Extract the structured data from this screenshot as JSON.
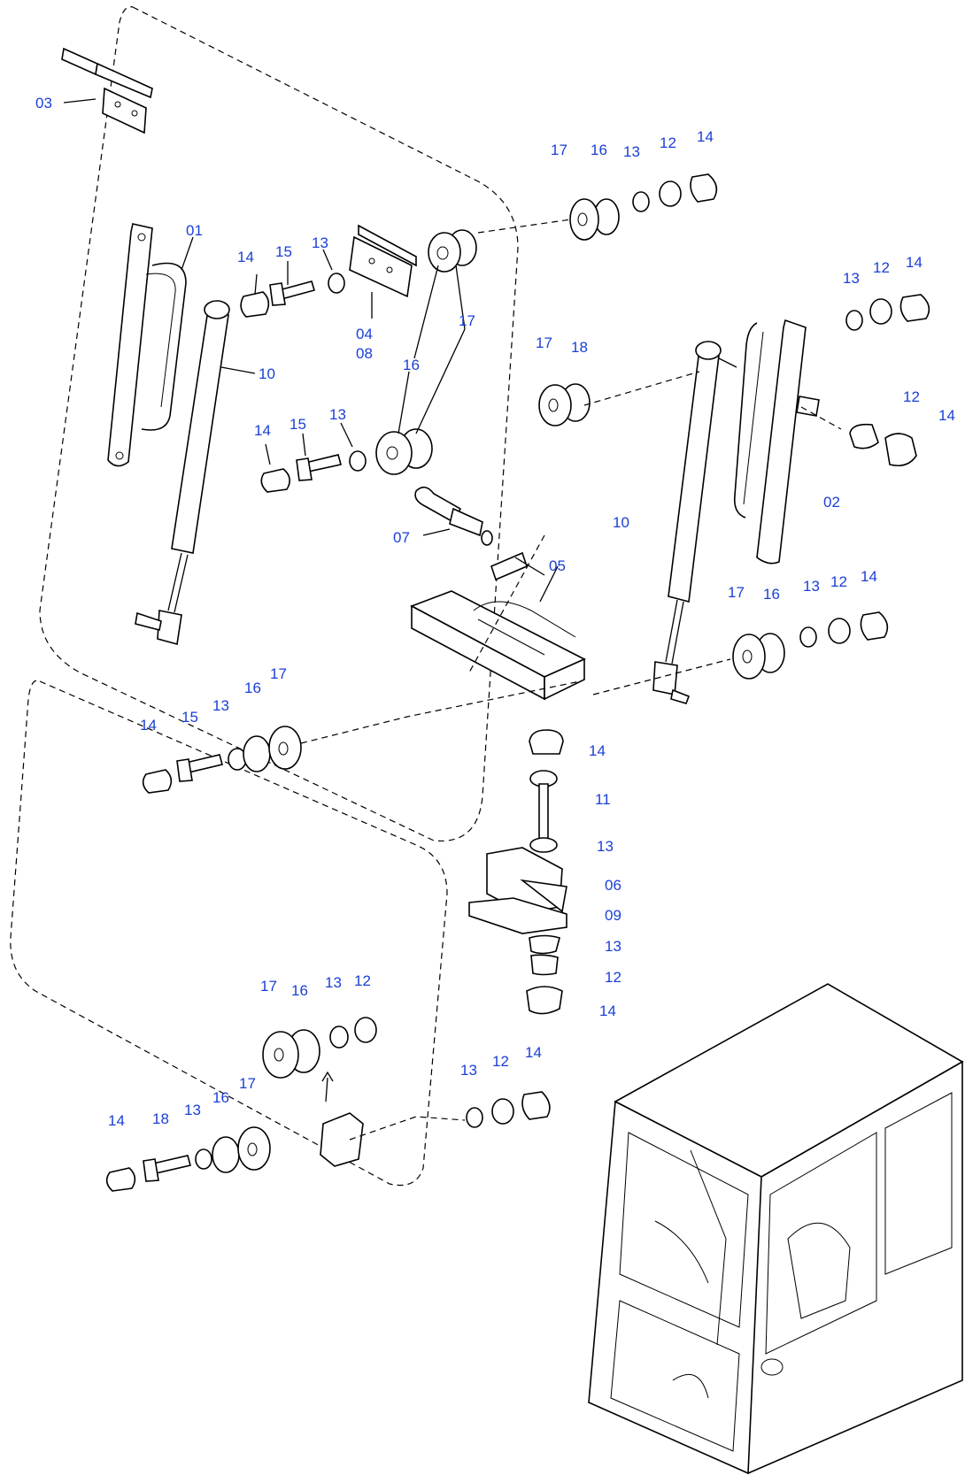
{
  "colors": {
    "callout": "#1a3fd6",
    "line": "#000000",
    "background": "#ffffff"
  },
  "callouts": [
    {
      "id": "c-03",
      "text": "03"
    },
    {
      "id": "c-01",
      "text": "01"
    },
    {
      "id": "c-10a",
      "text": "10"
    },
    {
      "id": "c-14a",
      "text": "14"
    },
    {
      "id": "c-15a",
      "text": "15"
    },
    {
      "id": "c-13a",
      "text": "13"
    },
    {
      "id": "c-04",
      "text": "04"
    },
    {
      "id": "c-08",
      "text": "08"
    },
    {
      "id": "c-16a",
      "text": "16"
    },
    {
      "id": "c-17a",
      "text": "17"
    },
    {
      "id": "c-14b",
      "text": "14"
    },
    {
      "id": "c-15b",
      "text": "15"
    },
    {
      "id": "c-13b",
      "text": "13"
    },
    {
      "id": "c-07",
      "text": "07"
    },
    {
      "id": "c-05",
      "text": "05"
    },
    {
      "id": "c-17b",
      "text": "17"
    },
    {
      "id": "c-16b",
      "text": "16"
    },
    {
      "id": "c-13c",
      "text": "13"
    },
    {
      "id": "c-12a",
      "text": "12"
    },
    {
      "id": "c-14c",
      "text": "14"
    },
    {
      "id": "c-13d",
      "text": "13"
    },
    {
      "id": "c-12b",
      "text": "12"
    },
    {
      "id": "c-14d",
      "text": "14"
    },
    {
      "id": "c-17c",
      "text": "17"
    },
    {
      "id": "c-18a",
      "text": "18"
    },
    {
      "id": "c-12c",
      "text": "12"
    },
    {
      "id": "c-14e",
      "text": "14"
    },
    {
      "id": "c-02",
      "text": "02"
    },
    {
      "id": "c-10b",
      "text": "10"
    },
    {
      "id": "c-17d",
      "text": "17"
    },
    {
      "id": "c-16c",
      "text": "16"
    },
    {
      "id": "c-13e",
      "text": "13"
    },
    {
      "id": "c-12d",
      "text": "12"
    },
    {
      "id": "c-14f",
      "text": "14"
    },
    {
      "id": "c-14g",
      "text": "14"
    },
    {
      "id": "c-15c",
      "text": "15"
    },
    {
      "id": "c-13f",
      "text": "13"
    },
    {
      "id": "c-16d",
      "text": "16"
    },
    {
      "id": "c-17e",
      "text": "17"
    },
    {
      "id": "c-14h",
      "text": "14"
    },
    {
      "id": "c-11",
      "text": "11"
    },
    {
      "id": "c-13g",
      "text": "13"
    },
    {
      "id": "c-06",
      "text": "06"
    },
    {
      "id": "c-09",
      "text": "09"
    },
    {
      "id": "c-13h",
      "text": "13"
    },
    {
      "id": "c-12e",
      "text": "12"
    },
    {
      "id": "c-14i",
      "text": "14"
    },
    {
      "id": "c-17f",
      "text": "17"
    },
    {
      "id": "c-16e",
      "text": "16"
    },
    {
      "id": "c-13i",
      "text": "13"
    },
    {
      "id": "c-12f",
      "text": "12"
    },
    {
      "id": "c-13j",
      "text": "13"
    },
    {
      "id": "c-12g",
      "text": "12"
    },
    {
      "id": "c-14j",
      "text": "14"
    },
    {
      "id": "c-14k",
      "text": "14"
    },
    {
      "id": "c-18b",
      "text": "18"
    },
    {
      "id": "c-13k",
      "text": "13"
    },
    {
      "id": "c-16f",
      "text": "16"
    },
    {
      "id": "c-17g",
      "text": "17"
    }
  ]
}
